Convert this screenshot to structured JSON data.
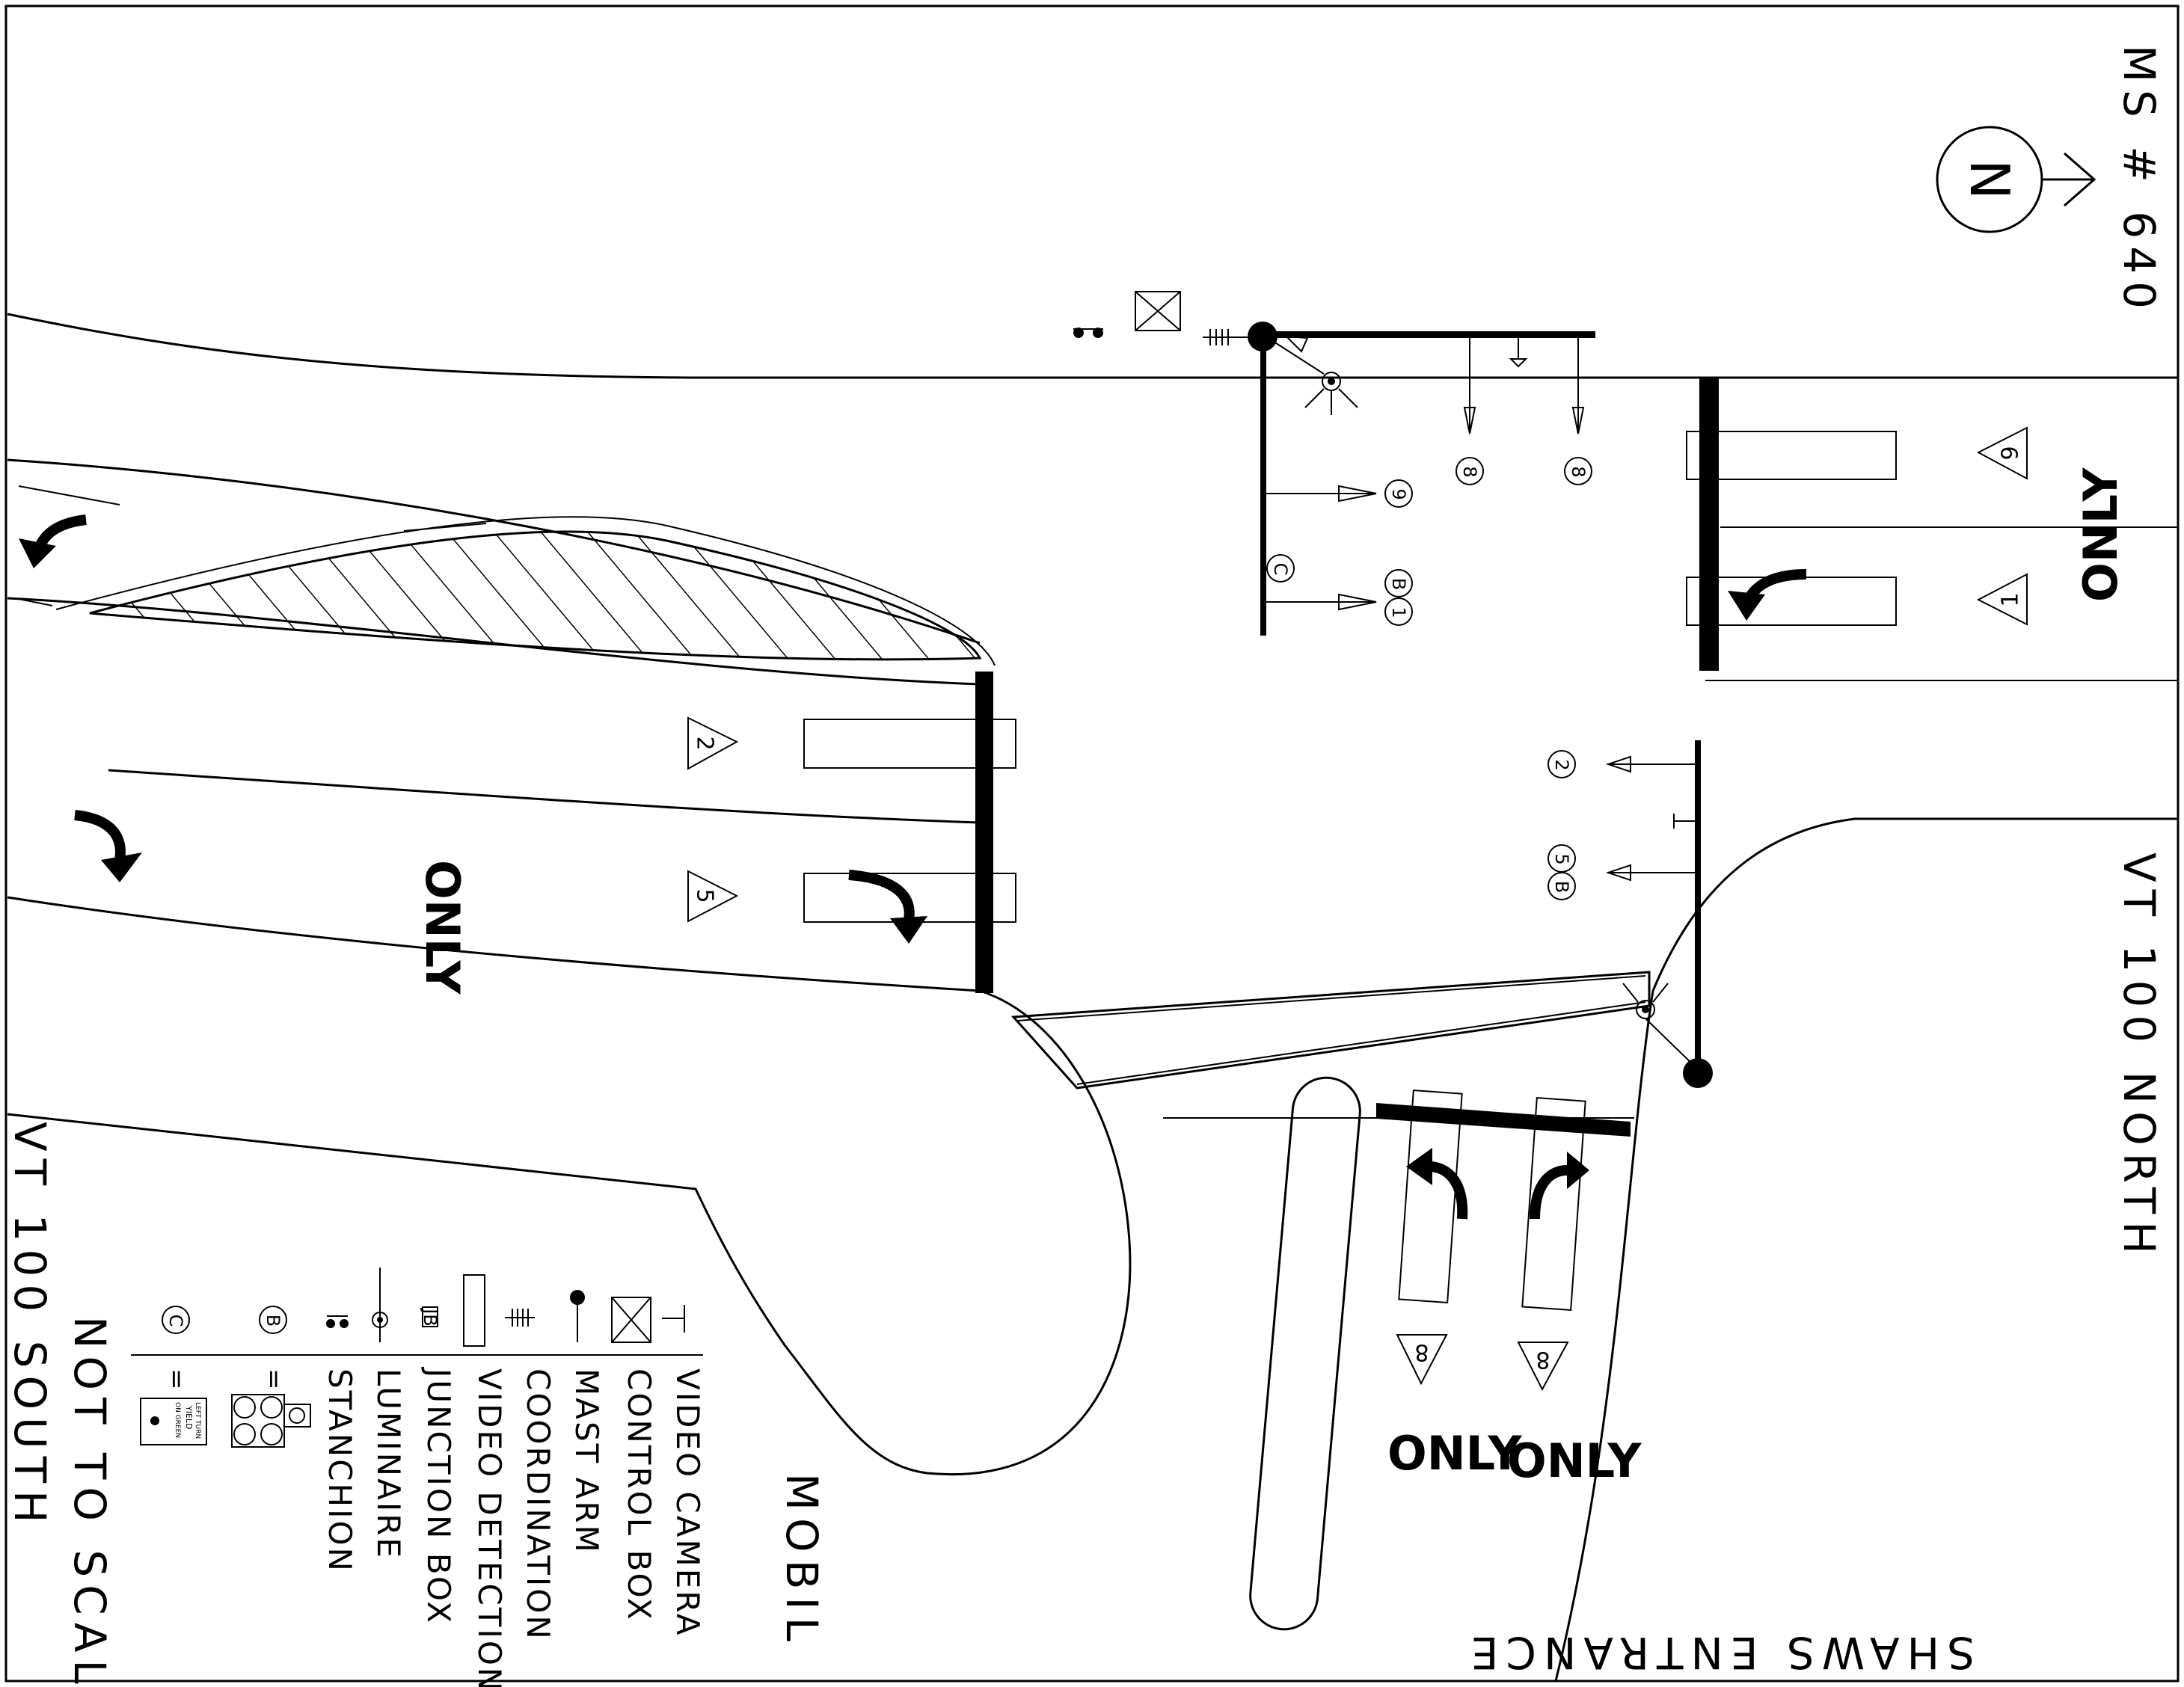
{
  "sheet": {
    "ms_number": "MS # 640",
    "not_to_scale": "NOT TO SCALE"
  },
  "compass": {
    "letter": "N"
  },
  "streets": {
    "north": "VT 100 NORTH",
    "south": "VT 100 SOUTH",
    "shaws": "SHAWS ENTRANCE",
    "mobil": "MOBIL"
  },
  "pavement_text": {
    "only": "ONLY"
  },
  "phases": {
    "triangle_9": "9",
    "triangle_1": "1",
    "triangle_2": "2",
    "triangle_5": "5",
    "triangle_8a": "8",
    "triangle_8b": "8",
    "head_9": "9",
    "head_1b": "1",
    "head_1b_sub": "B",
    "head_8a": "8",
    "head_8b": "8",
    "head_2": "2",
    "head_5b": "5",
    "head_5b_sub": "B",
    "ped_c": "C"
  },
  "legend": {
    "items": [
      "VIDEO CAMERA",
      "CONTROL BOX",
      "MAST ARM",
      "COORDINATION",
      "VIDEO DETECTION",
      "JUNCTION BOX",
      "LUMINAIRE",
      "STANCHION"
    ],
    "jb_symbol": "JB",
    "b_symbol": "B",
    "c_symbol": "C",
    "equals": "=",
    "sign_line1": "LEFT TURN",
    "sign_line2": "YIELD",
    "sign_line3": "ON GREEN"
  }
}
